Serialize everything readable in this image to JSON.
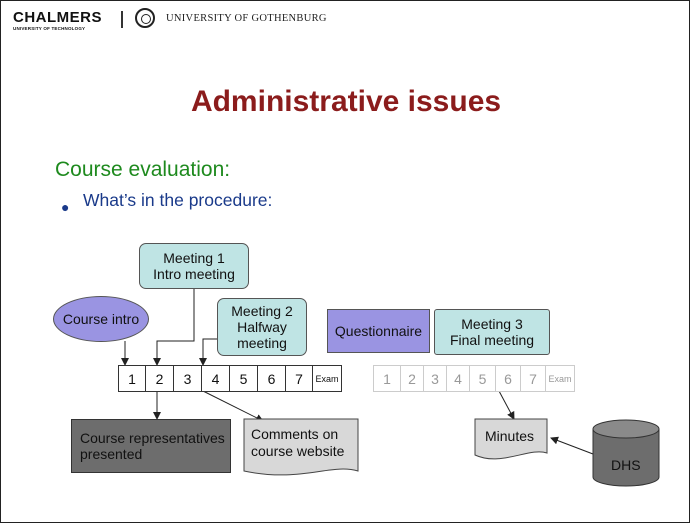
{
  "header": {
    "chalmers": "CHALMERS",
    "chalmers_sub": "UNIVERSITY OF TECHNOLOGY",
    "university": "UNIVERSITY OF GOTHENBURG"
  },
  "title": "Administrative issues",
  "section": "Course evaluation:",
  "bullet": "What’s in the procedure:",
  "diagram": {
    "meeting1": [
      "Meeting 1",
      "Intro meeting"
    ],
    "meeting2": [
      "Meeting 2",
      "Halfway",
      "meeting"
    ],
    "course_intro": "Course intro",
    "questionnaire": "Questionnaire",
    "meeting3": [
      "Meeting 3",
      "Final meeting"
    ],
    "timeline": [
      "1",
      "2",
      "3",
      "4",
      "5",
      "6",
      "7",
      "Exam"
    ],
    "course_reps": [
      "Course representatives",
      "presented"
    ],
    "comments": [
      "Comments on",
      "course website"
    ],
    "minutes": "Minutes",
    "dhs": "DHS"
  },
  "colors": {
    "title": "#8b1c1c",
    "section": "#1e8a1e",
    "bullet": "#1a3a8a",
    "teal": "#bfe4e4",
    "purple": "#9a94e2",
    "dark": "#6d6d6d"
  }
}
